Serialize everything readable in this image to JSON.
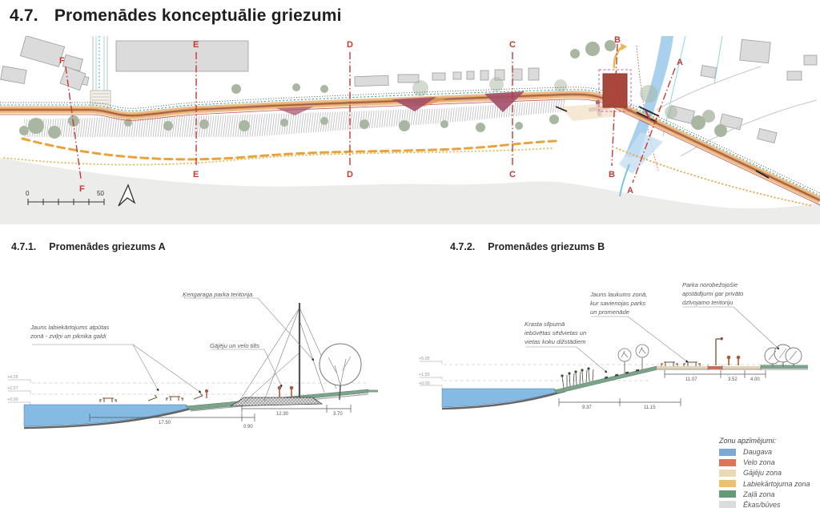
{
  "page": {
    "chapter": "4.7.",
    "title": "Promenādes konceptuālie griezumi"
  },
  "colors": {
    "daugava": "#7AA9D6",
    "velo_zona": "#DC7457",
    "gajeju_zona": "#EBD9B4",
    "labiekartojuma_zona": "#EAC272",
    "zala_zona": "#639B77",
    "ekas_buves": "#DCDCDC",
    "section_marker_red": "#C23B33",
    "promenade_orange": "#DD9A55",
    "promenade_maroon": "#9B5B50",
    "beach_gray": "#ECECEA",
    "water_blue": "#85BBE3",
    "ground_green": "#7EA38B",
    "tree_sage": "#A9B6A2",
    "orange_dash": "#E8A33D"
  },
  "plan": {
    "markers": [
      {
        "letter": "F"
      },
      {
        "letter": "E"
      },
      {
        "letter": "D"
      },
      {
        "letter": "C"
      },
      {
        "letter": "B"
      },
      {
        "letter": "A"
      }
    ],
    "scale": {
      "start": "0",
      "end": "50"
    }
  },
  "section_a": {
    "number": "4.7.1.",
    "title": "Promenādes griezums A",
    "annotations": {
      "amenities": "Jauns labiekārtojums atpūtas\nzonā - zviļņi un piknika galdi",
      "park": "Ķengaraga parka teritorija",
      "bridge": "Gājēju un velo tilts"
    },
    "levels": [
      "+4.35",
      "+2.27",
      "+0.00"
    ],
    "dims": [
      "17.50",
      "0.90",
      "12.30",
      "3.70"
    ]
  },
  "section_b": {
    "number": "4.7.2.",
    "title": "Promenādes griezums B",
    "annotations": {
      "slope": "Krasta slīpumā\niebūvētas sēdvietas un\nvietas koku dižstādiem",
      "plaza": "Jauns laukums zonā,\nkur savienojas parks\nun promenāde",
      "planting": "Parka norobežojošie\napstādījumi gar privāto\ndzīvojamo teritoriju"
    },
    "levels": [
      "+5.05",
      "+1.55",
      "+0.00"
    ],
    "dims": [
      "9.37",
      "11.15",
      "11.07",
      "3.52",
      "4.00"
    ]
  },
  "legend": {
    "title": "Zonu apzīmējumi:",
    "items": [
      {
        "label": "Daugava",
        "color": "#7AA9D6"
      },
      {
        "label": "Velo zona",
        "color": "#DC7457"
      },
      {
        "label": "Gājēju zona",
        "color": "#EBD9B4"
      },
      {
        "label": "Labiekārtojuma zona",
        "color": "#EAC272"
      },
      {
        "label": "Zaļā zona",
        "color": "#639B77"
      },
      {
        "label": "Ēkas/būves",
        "color": "#DCDCDC"
      }
    ]
  }
}
